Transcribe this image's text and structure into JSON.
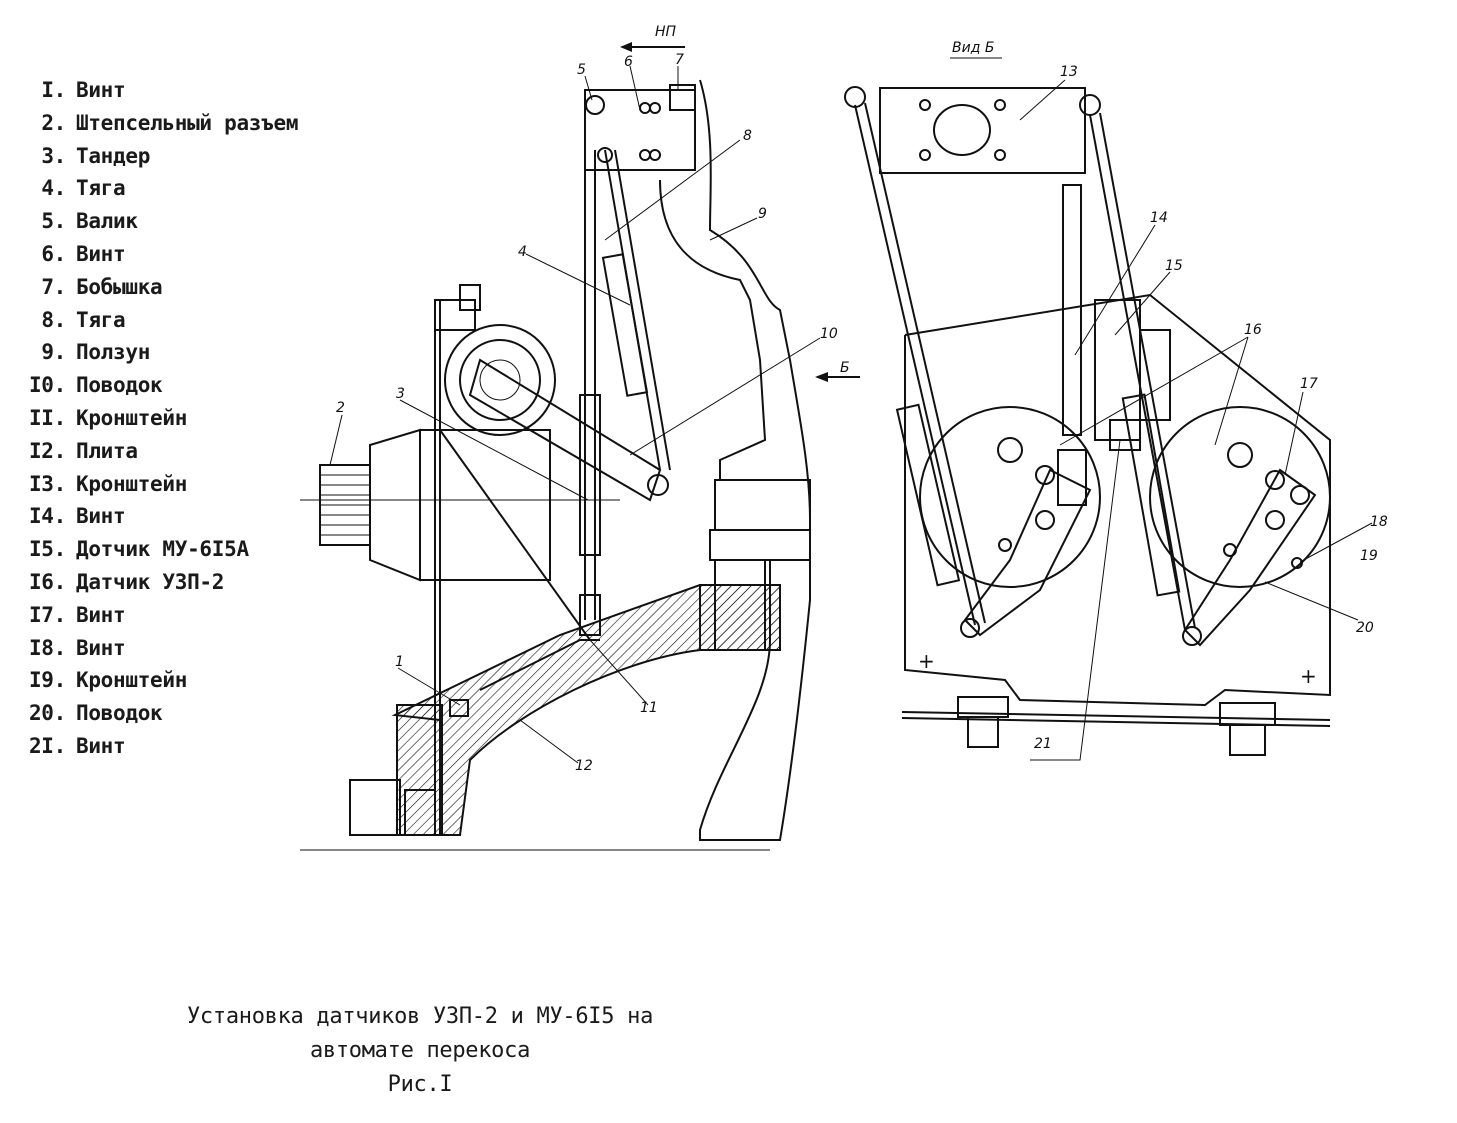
{
  "legend": [
    {
      "num": "I.",
      "label": "Винт"
    },
    {
      "num": "2.",
      "label": "Штепсельный разъем"
    },
    {
      "num": "3.",
      "label": "Тандер"
    },
    {
      "num": "4.",
      "label": "Тяга"
    },
    {
      "num": "5.",
      "label": "Валик"
    },
    {
      "num": "6.",
      "label": "Винт"
    },
    {
      "num": "7.",
      "label": "Бобышка"
    },
    {
      "num": "8.",
      "label": "Тяга"
    },
    {
      "num": "9.",
      "label": "Ползун"
    },
    {
      "num": "I0.",
      "label": "Поводок"
    },
    {
      "num": "II.",
      "label": "Кронштейн"
    },
    {
      "num": "I2.",
      "label": "Плита"
    },
    {
      "num": "I3.",
      "label": "Кронштейн"
    },
    {
      "num": "I4.",
      "label": "Винт"
    },
    {
      "num": "I5.",
      "label": "Дотчик МУ-6I5А"
    },
    {
      "num": "I6.",
      "label": "Датчик УЗП-2"
    },
    {
      "num": "I7.",
      "label": "Винт"
    },
    {
      "num": "I8.",
      "label": "Винт"
    },
    {
      "num": "I9.",
      "label": "Кронштейн"
    },
    {
      "num": "20.",
      "label": "Поводок"
    },
    {
      "num": "2I.",
      "label": "Винт"
    }
  ],
  "callouts": {
    "c1": "1",
    "c2": "2",
    "c3": "3",
    "c4": "4",
    "c5": "5",
    "c6": "6",
    "c7": "7",
    "c8": "8",
    "c9": "9",
    "c10": "10",
    "c11": "11",
    "c12": "12",
    "c13": "13",
    "c14": "14",
    "c15": "15",
    "c16": "16",
    "c17": "17",
    "c18": "18",
    "c19": "19",
    "c20": "20",
    "c21": "21",
    "np": "НП",
    "b_arrow": "Б",
    "view_b": "Вид Б"
  },
  "caption": {
    "line1": "Установка датчиков УЗП-2 и МУ-6I5 на",
    "line2": "автомате перекоса",
    "line3": "Рис.I"
  }
}
